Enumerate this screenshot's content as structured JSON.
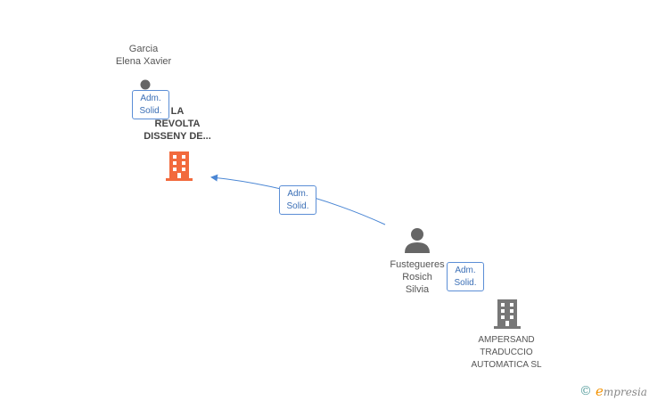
{
  "colors": {
    "accent_company": "#f26a3d",
    "neutral_company": "#777777",
    "person": "#666666",
    "edge": "#4a86d4",
    "badge_text": "#3b6fb6"
  },
  "nodes": {
    "garcia": {
      "name": "Garcia\nElena Xavier",
      "icon": "person-icon"
    },
    "la_revolta": {
      "name": "LA\nREVOLTA\nDISSENY DE...",
      "icon": "building-icon"
    },
    "fustegueres": {
      "name": "Fustegueres\nRosich\nSilvia",
      "icon": "person-icon"
    },
    "ampersand": {
      "name": "AMPERSAND\nTRADUCCIO\nAUTOMATICA SL",
      "icon": "building-icon"
    }
  },
  "badges": {
    "garcia_to_revolta": {
      "line1": "Adm.",
      "line2": "Solid."
    },
    "fustegueres_to_revolta": {
      "line1": "Adm.",
      "line2": "Solid."
    },
    "fustegueres_to_ampersand": {
      "line1": "Adm.",
      "line2": "Solid."
    }
  },
  "branding": {
    "copyright": "©",
    "e": "e",
    "rest": "mpresia"
  }
}
